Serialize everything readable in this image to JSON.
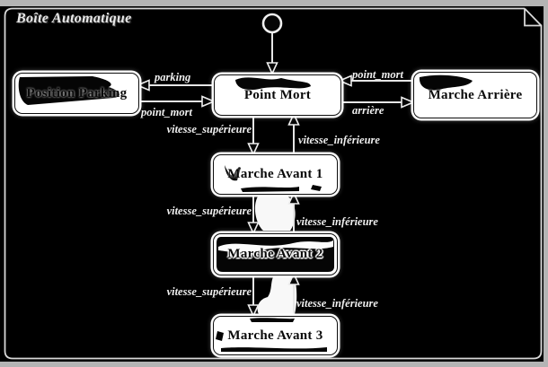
{
  "frame": {
    "title": "Boîte Automatique"
  },
  "states": [
    {
      "id": "position-parking",
      "label": "Position Parking"
    },
    {
      "id": "point-mort",
      "label": "Point Mort"
    },
    {
      "id": "marche-arriere",
      "label": "Marche Arrière"
    },
    {
      "id": "marche-avant-1",
      "label": "Marche Avant 1"
    },
    {
      "id": "marche-avant-2",
      "label": "Marche Avant 2"
    },
    {
      "id": "marche-avant-3",
      "label": "Marche Avant 3"
    }
  ],
  "initial_state": {
    "shape": "filled-circle",
    "to": "Point Mort"
  },
  "transitions": [
    {
      "from": "Point Mort",
      "to": "Position Parking",
      "label": "parking"
    },
    {
      "from": "Position Parking",
      "to": "Point Mort",
      "label": "point_mort"
    },
    {
      "from": "Marche Arrière",
      "to": "Point Mort",
      "label": "point_mort"
    },
    {
      "from": "Point Mort",
      "to": "Marche Arrière",
      "label": "arrière"
    },
    {
      "from": "Point Mort",
      "to": "Marche Avant 1",
      "label": "vitesse_supérieure"
    },
    {
      "from": "Marche Avant 1",
      "to": "Point Mort",
      "label": "vitesse_inférieure"
    },
    {
      "from": "Marche Avant 1",
      "to": "Marche Avant 2",
      "label": "vitesse_supérieure"
    },
    {
      "from": "Marche Avant 2",
      "to": "Marche Avant 1",
      "label": "vitesse_inférieure"
    },
    {
      "from": "Marche Avant 2",
      "to": "Marche Avant 3",
      "label": "vitesse_supérieure"
    },
    {
      "from": "Marche Avant 3",
      "to": "Marche Avant 2",
      "label": "vitesse_inférieure"
    }
  ],
  "colors": {
    "background": "#000000",
    "frame_line": "#d8d8d8",
    "wire": "#e6e6e6",
    "arrowhead_fill": "#060606",
    "state_fill": "#ffffff",
    "state_border": "#0d0d0d",
    "state_text": "#0a0a0a",
    "label_text": "#f0f0f0",
    "screen_edge": "#b4b4b4"
  }
}
